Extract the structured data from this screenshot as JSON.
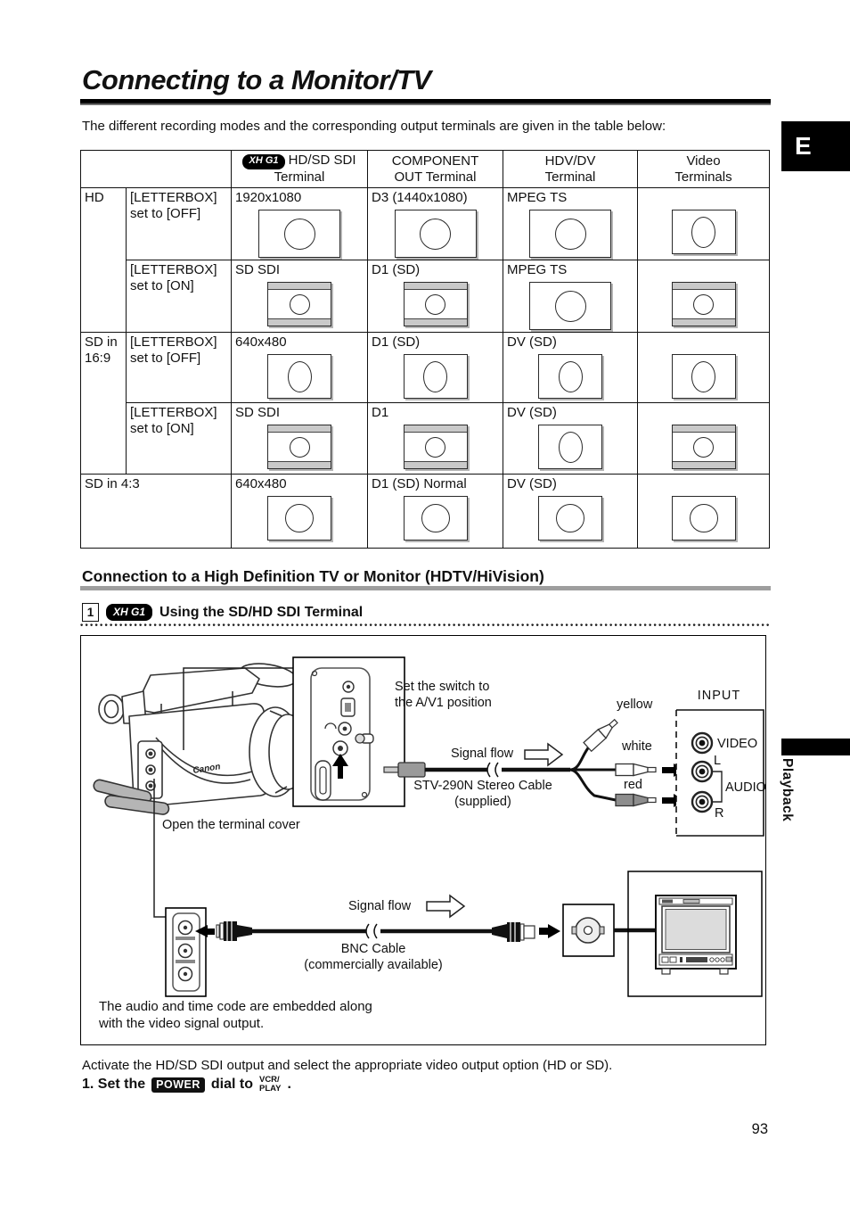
{
  "page": {
    "edition_badge": "E",
    "side_tab": "Playback",
    "page_number": "93",
    "title": "Connecting to a Monitor/TV",
    "intro": "The different recording modes and the corresponding output terminals are given in the table below:"
  },
  "table": {
    "headers": {
      "model_badge": "XH G1",
      "sdi_line1": "HD/SD SDI",
      "sdi_line2": "Terminal",
      "component_line1": "COMPONENT",
      "component_line2": "OUT Terminal",
      "hdv_line1": "HDV/DV",
      "hdv_line2": "Terminal",
      "video_line1": "Video",
      "video_line2": "Terminals"
    },
    "groups": {
      "hd": "HD",
      "sd169_line1": "SD in",
      "sd169_line2": "16:9",
      "sd43": "SD in 4:3"
    },
    "conditions": {
      "off_line1": "[LETTERBOX]",
      "off_line2": "set to [OFF]",
      "on_line1": "[LETTERBOX]",
      "on_line2": "set to [ON]"
    },
    "cells": {
      "r1": {
        "sdi": "1920x1080",
        "component": "D3 (1440x1080)",
        "hdv": "MPEG TS"
      },
      "r2": {
        "sdi": "SD SDI",
        "component": "D1 (SD)",
        "hdv": "MPEG TS"
      },
      "r3": {
        "sdi": "640x480",
        "component": "D1 (SD)",
        "hdv": "DV (SD)"
      },
      "r4": {
        "sdi": "SD SDI",
        "component": "D1",
        "hdv": "DV (SD)"
      },
      "r5": {
        "sdi": "640x480",
        "component": "D1 (SD) Normal",
        "hdv": "DV (SD)"
      }
    }
  },
  "section": {
    "heading": "Connection to a High Definition TV or Monitor (HDTV/HiVision)",
    "step_number": "1",
    "model_badge": "XH G1",
    "step_title": "Using the SD/HD SDI Terminal"
  },
  "diagram": {
    "camera_brand": "Canon",
    "switch_label_line1": "Set the switch to",
    "switch_label_line2": "the A/V1 position",
    "signal_flow_1": "Signal flow",
    "stereo_cable_line1": "STV-290N Stereo Cable",
    "stereo_cable_line2": "(supplied)",
    "plug_yellow": "yellow",
    "plug_white": "white",
    "plug_red": "red",
    "input_title": "INPUT",
    "jack_video": "VIDEO",
    "jack_left": "L",
    "jack_right": "R",
    "audio_group": "AUDIO",
    "open_cover": "Open the terminal cover",
    "signal_flow_2": "Signal flow",
    "bnc_cable_line1": "BNC Cable",
    "bnc_cable_line2": "(commercially available)",
    "note_line1": "The audio and time code are embedded along",
    "note_line2": "with the video signal output."
  },
  "footer": {
    "activate": "Activate the HD/SD SDI output and select the appropriate video output option (HD or SD).",
    "step_prefix": "1. Set the",
    "power_badge": "POWER",
    "step_middle": "dial to",
    "dial_line1": "VCR/",
    "dial_line2": "PLAY",
    "step_suffix": "."
  }
}
